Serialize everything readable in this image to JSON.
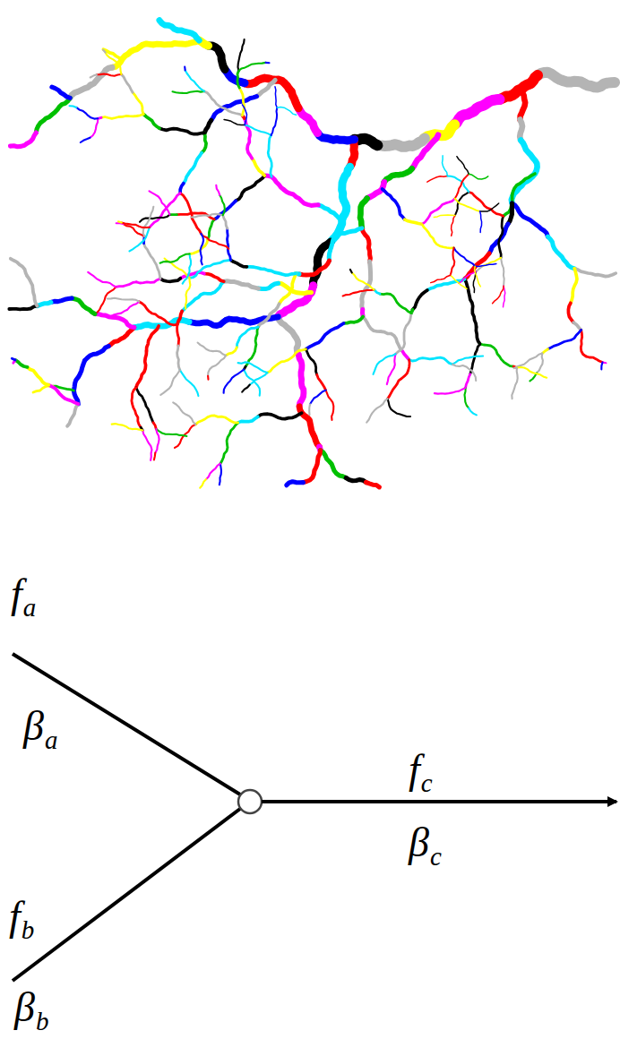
{
  "diagram": {
    "labels": [
      "f",
      "a",
      "β",
      "a",
      "f",
      "c",
      "β",
      "c",
      "f",
      "b",
      "β",
      "b"
    ]
  }
}
